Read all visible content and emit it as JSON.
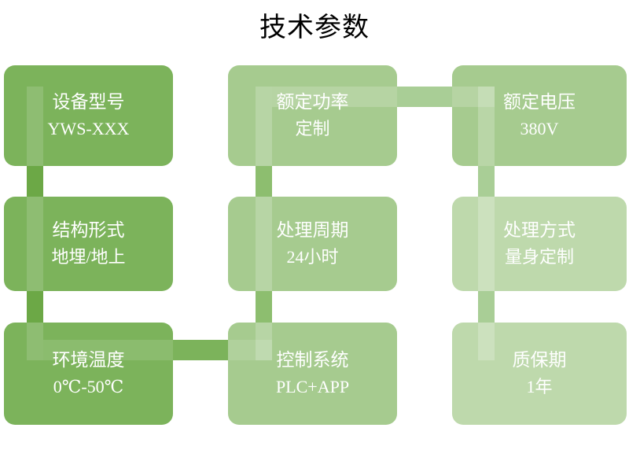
{
  "page": {
    "title": "技术参数",
    "background": "#ffffff",
    "title_color": "#000000"
  },
  "theme": {
    "column_colors": [
      "#7CB35B",
      "#A6CB8F",
      "#BED9AC"
    ],
    "connector_colors": [
      "#6CA846",
      "#8DBE6F",
      "#A9CE96"
    ],
    "text_color": "#ffffff"
  },
  "diagram": {
    "type": "grid-matrix",
    "rows": 3,
    "columns": 3,
    "nodes": [
      {
        "id": "n1",
        "label": "设备型号",
        "value": "YWS-XXX",
        "row": 1,
        "col": 1,
        "color": "#7CB35B"
      },
      {
        "id": "n2",
        "label": "额定功率",
        "value": "定制",
        "row": 1,
        "col": 2,
        "color": "#A6CB8F"
      },
      {
        "id": "n3",
        "label": "额定电压",
        "value": "380V",
        "row": 1,
        "col": 3,
        "color": "#A6CB8F"
      },
      {
        "id": "n4",
        "label": "结构形式",
        "value": "地埋/地上",
        "row": 2,
        "col": 1,
        "color": "#7CB35B"
      },
      {
        "id": "n5",
        "label": "处理周期",
        "value": "24小时",
        "row": 2,
        "col": 2,
        "color": "#A6CB8F"
      },
      {
        "id": "n6",
        "label": "处理方式",
        "value": "量身定制",
        "row": 2,
        "col": 3,
        "color": "#BED9AC"
      },
      {
        "id": "n7",
        "label": "环境温度",
        "value": "0℃-50℃",
        "row": 3,
        "col": 1,
        "color": "#7CB35B"
      },
      {
        "id": "n8",
        "label": "控制系统",
        "value": "PLC+APP",
        "row": 3,
        "col": 2,
        "color": "#A6CB8F"
      },
      {
        "id": "n9",
        "label": "质保期",
        "value": "1年",
        "row": 3,
        "col": 3,
        "color": "#BED9AC"
      }
    ],
    "connectors": [
      {
        "id": "c-v-left-1",
        "orientation": "vertical",
        "from": "n1",
        "to": "n4",
        "color": "#6CA846"
      },
      {
        "id": "c-v-left-2",
        "orientation": "vertical",
        "from": "n4",
        "to": "n7",
        "color": "#6CA846"
      },
      {
        "id": "c-v-mid-1",
        "orientation": "vertical",
        "from": "n2",
        "to": "n5",
        "color": "#8DBE6F"
      },
      {
        "id": "c-v-mid-2",
        "orientation": "vertical",
        "from": "n5",
        "to": "n8",
        "color": "#8DBE6F"
      },
      {
        "id": "c-v-right-1",
        "orientation": "vertical",
        "from": "n3",
        "to": "n6",
        "color": "#A9CE96"
      },
      {
        "id": "c-v-right-2",
        "orientation": "vertical",
        "from": "n6",
        "to": "n9",
        "color": "#A9CE96"
      },
      {
        "id": "c-h-row1",
        "orientation": "horizontal",
        "from": "n2",
        "to": "n3",
        "color": "#A9CE96"
      },
      {
        "id": "c-h-row3",
        "orientation": "horizontal",
        "from": "n7",
        "to": "n8",
        "color": "#7CB35B"
      }
    ]
  }
}
